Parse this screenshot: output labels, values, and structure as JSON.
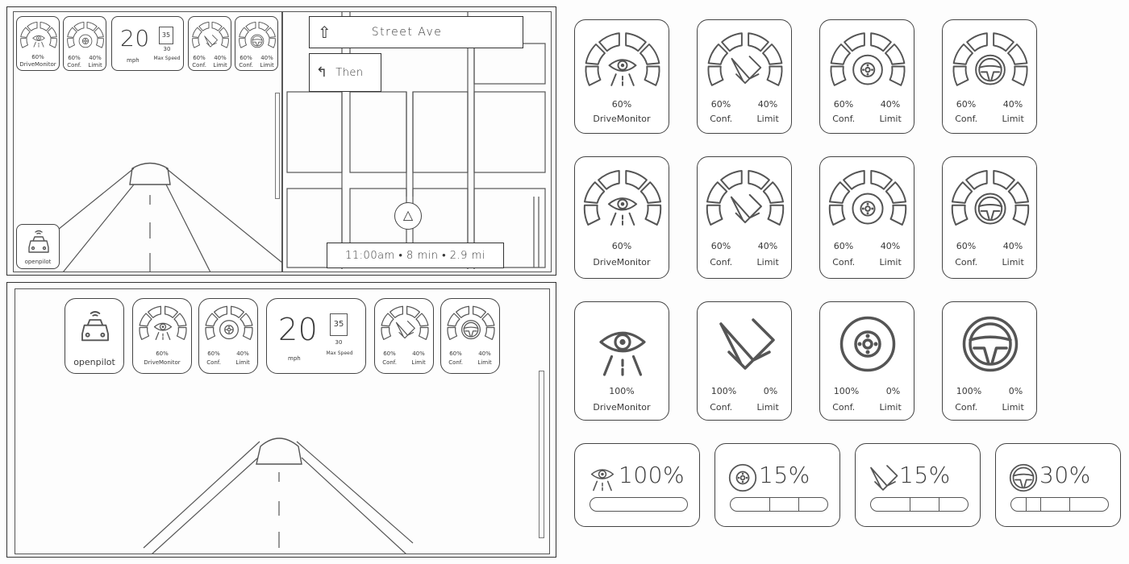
{
  "top_panel": {
    "hud": {
      "drive_monitor": {
        "value": "60%",
        "label": "DriveMonitor"
      },
      "conf_limit_a": {
        "conf": "60%",
        "limit": "40%",
        "conf_label": "Conf.",
        "limit_label": "Limit"
      },
      "speed": {
        "value": "20",
        "unit": "mph",
        "sign_value": "35",
        "max_value": "30",
        "max_label": "Max Speed"
      },
      "conf_limit_b": {
        "conf": "60%",
        "limit": "40%",
        "conf_label": "Conf.",
        "limit_label": "Limit"
      },
      "conf_limit_c": {
        "conf": "60%",
        "limit": "40%",
        "conf_label": "Conf.",
        "limit_label": "Limit"
      }
    },
    "openpilot_label": "openpilot",
    "nav": {
      "street": "Street Ave",
      "then": "Then",
      "eta": "11:00am • 8 min • 2.9 mi"
    }
  },
  "bottom_panel": {
    "openpilot_label": "openpilot",
    "drive_monitor": {
      "value": "60%",
      "label": "DriveMonitor"
    },
    "conf_limit_a": {
      "conf": "60%",
      "limit": "40%",
      "conf_label": "Conf.",
      "limit_label": "Limit"
    },
    "speed": {
      "value": "20",
      "unit": "mph",
      "sign_value": "35",
      "max_value": "30",
      "max_label": "Max Speed"
    },
    "conf_limit_b": {
      "conf": "60%",
      "limit": "40%",
      "conf_label": "Conf.",
      "limit_label": "Limit"
    },
    "conf_limit_c": {
      "conf": "60%",
      "limit": "40%",
      "conf_label": "Conf.",
      "limit_label": "Limit"
    }
  },
  "grid": {
    "row1": [
      {
        "value": "60%",
        "label": "DriveMonitor"
      },
      {
        "conf": "60%",
        "limit": "40%",
        "conf_label": "Conf.",
        "limit_label": "Limit"
      },
      {
        "conf": "60%",
        "limit": "40%",
        "conf_label": "Conf.",
        "limit_label": "Limit"
      },
      {
        "conf": "60%",
        "limit": "40%",
        "conf_label": "Conf.",
        "limit_label": "Limit"
      }
    ],
    "row2": [
      {
        "value": "60%",
        "label": "DriveMonitor"
      },
      {
        "conf": "60%",
        "limit": "40%",
        "conf_label": "Conf.",
        "limit_label": "Limit"
      },
      {
        "conf": "60%",
        "limit": "40%",
        "conf_label": "Conf.",
        "limit_label": "Limit"
      },
      {
        "conf": "60%",
        "limit": "40%",
        "conf_label": "Conf.",
        "limit_label": "Limit"
      }
    ],
    "row3": [
      {
        "value": "100%",
        "label": "DriveMonitor"
      },
      {
        "conf": "100%",
        "limit": "0%",
        "conf_label": "Conf.",
        "limit_label": "Limit"
      },
      {
        "conf": "100%",
        "limit": "0%",
        "conf_label": "Conf.",
        "limit_label": "Limit"
      },
      {
        "conf": "100%",
        "limit": "0%",
        "conf_label": "Conf.",
        "limit_label": "Limit"
      }
    ],
    "bars": [
      {
        "value": "100%",
        "icon": "eye-icon",
        "fill": 1.0
      },
      {
        "value": "15%",
        "icon": "brake-disc-icon",
        "fill": 0.15
      },
      {
        "value": "15%",
        "icon": "steering-flag-icon",
        "fill": 0.15
      },
      {
        "value": "30%",
        "icon": "steering-wheel-icon",
        "fill": 0.3
      }
    ]
  }
}
